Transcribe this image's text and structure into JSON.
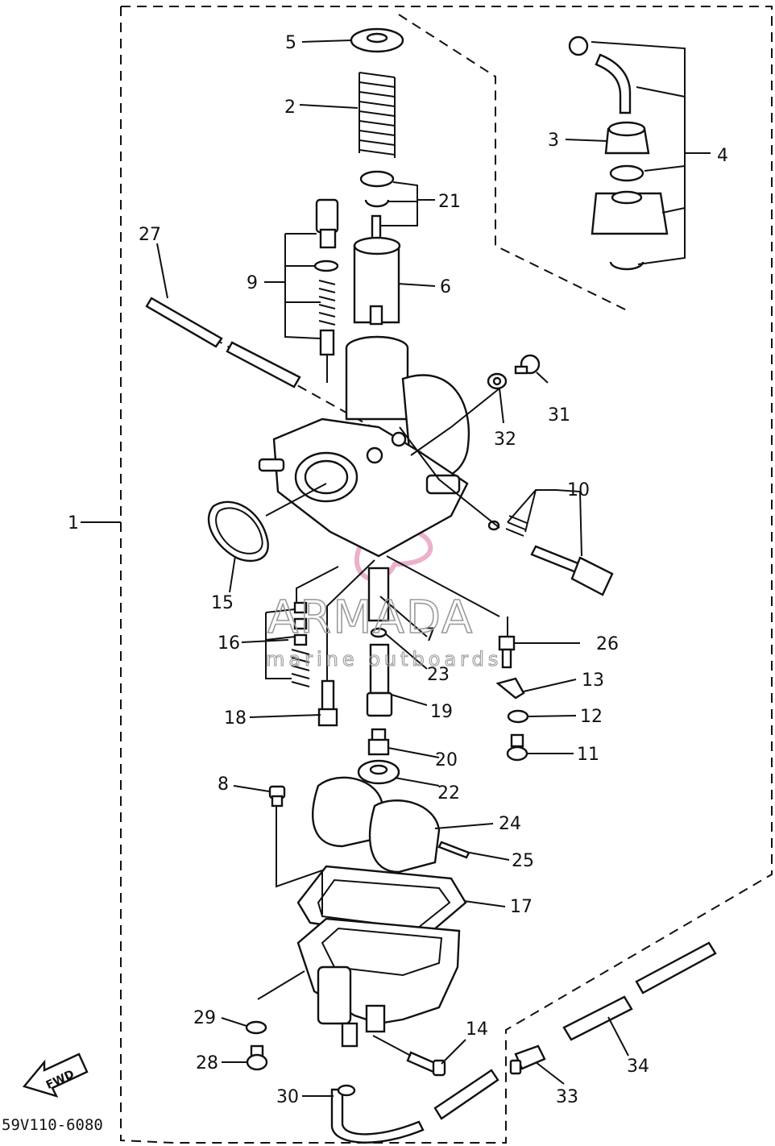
{
  "diagram_code": "59V110-6080",
  "fwd_label": "FWD",
  "watermark": {
    "brand": "ARMADA",
    "tagline": "marine outboards",
    "logo_color": "#e8a3c4"
  },
  "callouts": [
    {
      "id": "c1",
      "text": "1"
    },
    {
      "id": "c2",
      "text": "2"
    },
    {
      "id": "c3",
      "text": "3"
    },
    {
      "id": "c4",
      "text": "4"
    },
    {
      "id": "c5",
      "text": "5"
    },
    {
      "id": "c6",
      "text": "6"
    },
    {
      "id": "c7",
      "text": "7"
    },
    {
      "id": "c8",
      "text": "8"
    },
    {
      "id": "c9",
      "text": "9"
    },
    {
      "id": "c10",
      "text": "10"
    },
    {
      "id": "c11",
      "text": "11"
    },
    {
      "id": "c12",
      "text": "12"
    },
    {
      "id": "c13",
      "text": "13"
    },
    {
      "id": "c14",
      "text": "14"
    },
    {
      "id": "c15",
      "text": "15"
    },
    {
      "id": "c16",
      "text": "16"
    },
    {
      "id": "c17",
      "text": "17"
    },
    {
      "id": "c18",
      "text": "18"
    },
    {
      "id": "c19",
      "text": "19"
    },
    {
      "id": "c20",
      "text": "20"
    },
    {
      "id": "c21",
      "text": "21"
    },
    {
      "id": "c22",
      "text": "22"
    },
    {
      "id": "c23",
      "text": "23"
    },
    {
      "id": "c24",
      "text": "24"
    },
    {
      "id": "c25",
      "text": "25"
    },
    {
      "id": "c26",
      "text": "26"
    },
    {
      "id": "c27",
      "text": "27"
    },
    {
      "id": "c28",
      "text": "28"
    },
    {
      "id": "c29",
      "text": "29"
    },
    {
      "id": "c30",
      "text": "30"
    },
    {
      "id": "c31",
      "text": "31"
    },
    {
      "id": "c32",
      "text": "32"
    },
    {
      "id": "c33",
      "text": "33"
    },
    {
      "id": "c34",
      "text": "34"
    }
  ]
}
